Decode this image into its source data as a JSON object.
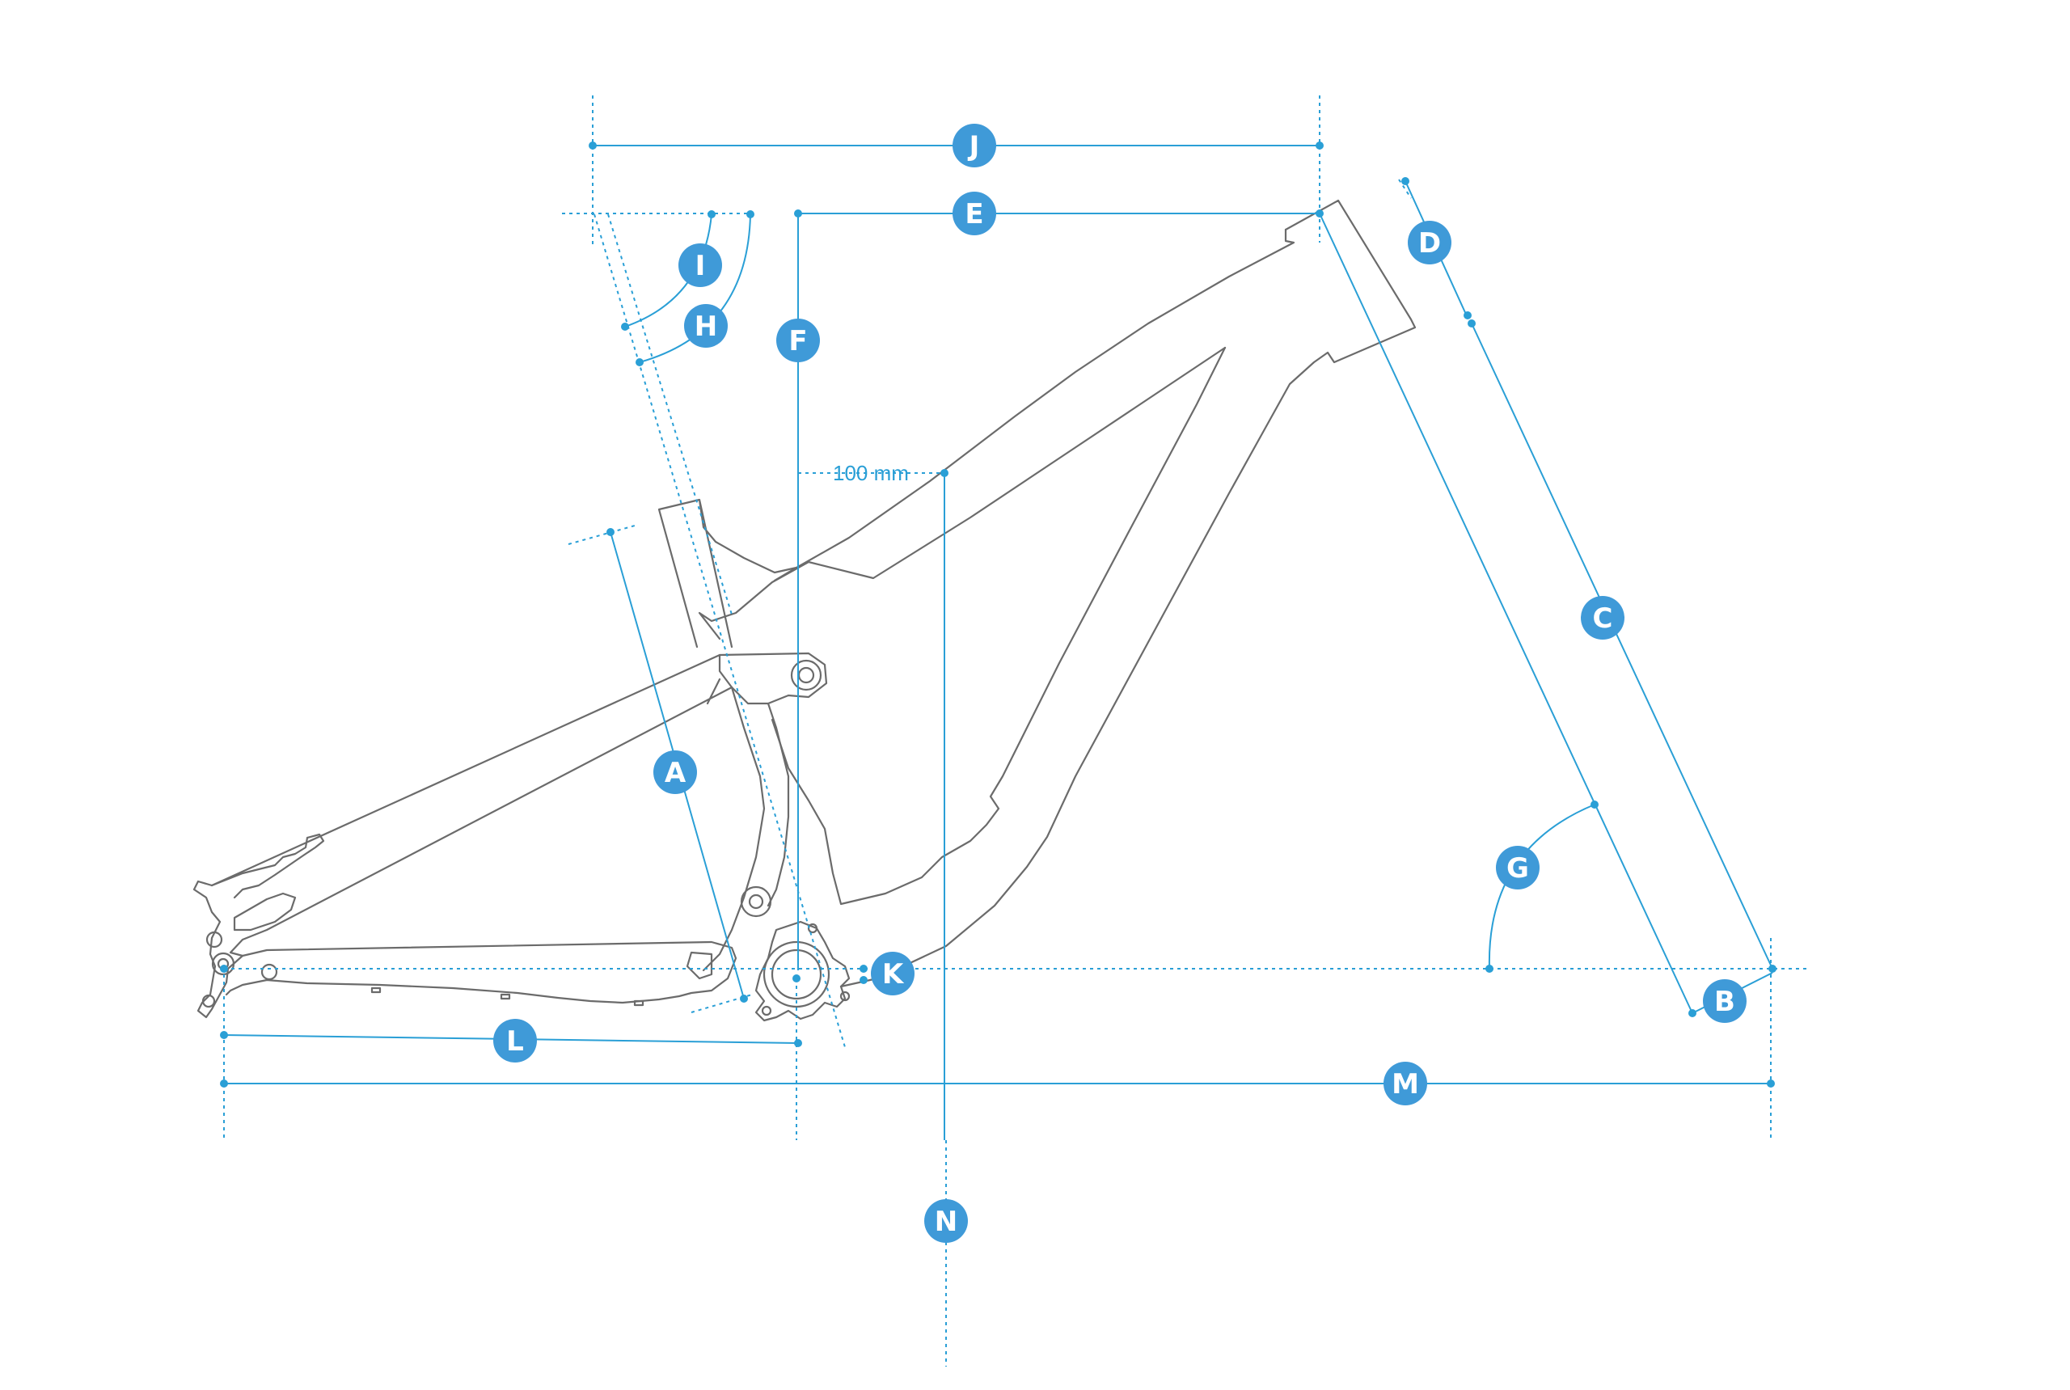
{
  "diagram": {
    "labels": [
      "A",
      "B",
      "C",
      "D",
      "E",
      "F",
      "G",
      "H",
      "I",
      "J",
      "K",
      "L",
      "M",
      "N"
    ],
    "offset_note": "100 mm"
  },
  "colors": {
    "dimension": "#2a9fd6",
    "badge": "#3f9ad8",
    "frame": "#6b6b6b",
    "background": "#ffffff"
  }
}
